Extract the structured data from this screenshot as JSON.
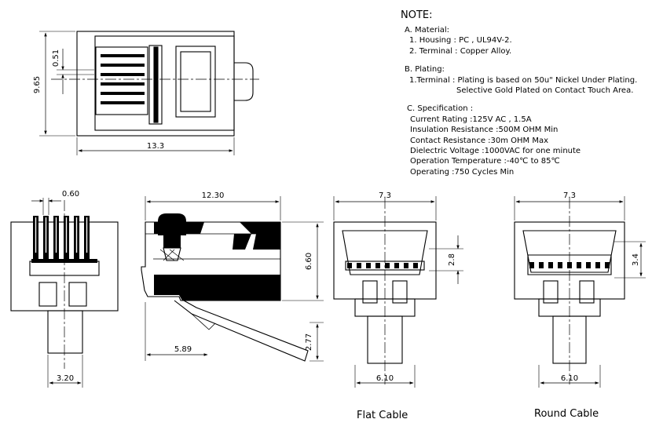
{
  "notes": {
    "title": "NOTE:",
    "a_head": "A. Material:",
    "a1": "1. Housing : PC , UL94V-2.",
    "a2": "2. Terminal : Copper Alloy.",
    "b_head": "B. Plating:",
    "b1": "1.Terminal :  Plating is based on 50u\" Nickel Under Plating.",
    "b2": "Selective Gold Plated on Contact Touch Area.",
    "c_head": "C. Specification :",
    "c1": "Current Rating :125V AC , 1.5A",
    "c2": "Insulation Resistance :500M OHM Min",
    "c3": "Contact Resistance :30m OHM Max",
    "c4": "Dielectric Voltage :1000VAC for one minute",
    "c5": "Operation Temperature :-40℃ to 85℃",
    "c6": "Operating :750 Cycles Min"
  },
  "dimensions": {
    "top_height": "9.65",
    "top_pitch": "0.51",
    "top_width": "13.3",
    "front_width": "0.60",
    "front_bottom": "3.20",
    "side_length": "12.30",
    "side_height": "6.60",
    "side_latch_len": "5.89",
    "side_latch_h": "2.77",
    "flat_top": "7.3",
    "flat_window": "2.8",
    "flat_bottom": "6.10",
    "round_top": "7.3",
    "round_window": "3.4",
    "round_bottom": "6.10"
  },
  "captions": {
    "flat": "Flat Cable",
    "round": "Round Cable"
  }
}
